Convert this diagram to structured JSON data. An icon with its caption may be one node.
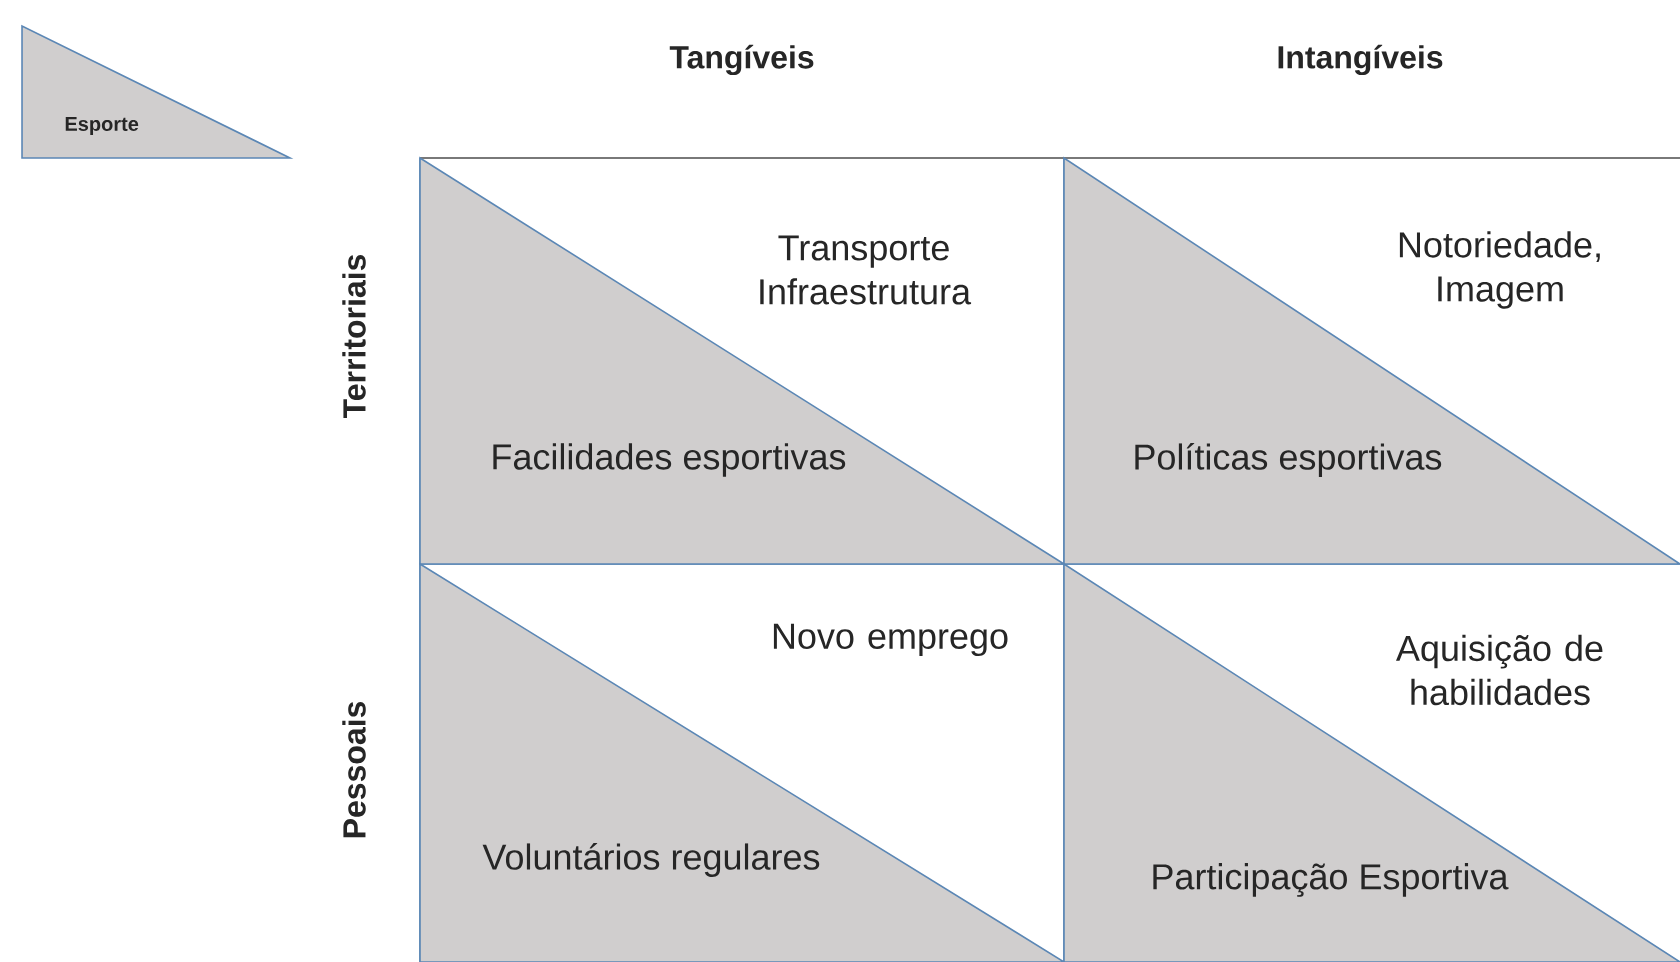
{
  "diagram": {
    "nodes": [
      {
        "text": [
          "Esporte"
        ]
      },
      {
        "text": [
          "Transporte Infraestrutura"
        ]
      },
      {
        "text": [
          "Facilidades esportivas"
        ],
        "in": 1
      },
      {
        "text": [
          "Notoriedade, Imagem"
        ]
      },
      {
        "text": [
          "Políticas esportivas"
        ],
        "in": 3
      },
      {
        "text": [
          "Novo emprego"
        ]
      },
      {
        "text": [
          "Voluntários regulares"
        ],
        "in": 5
      },
      {
        "text": [
          "Aquisição de habilidades"
        ]
      },
      {
        "text": [
          "Participação Esportiva"
        ],
        "in": 7
      }
    ],
    "labels": [
      "Tangíveis",
      "Intangíveis",
      "Territoriais",
      "Pessoais"
    ]
  }
}
